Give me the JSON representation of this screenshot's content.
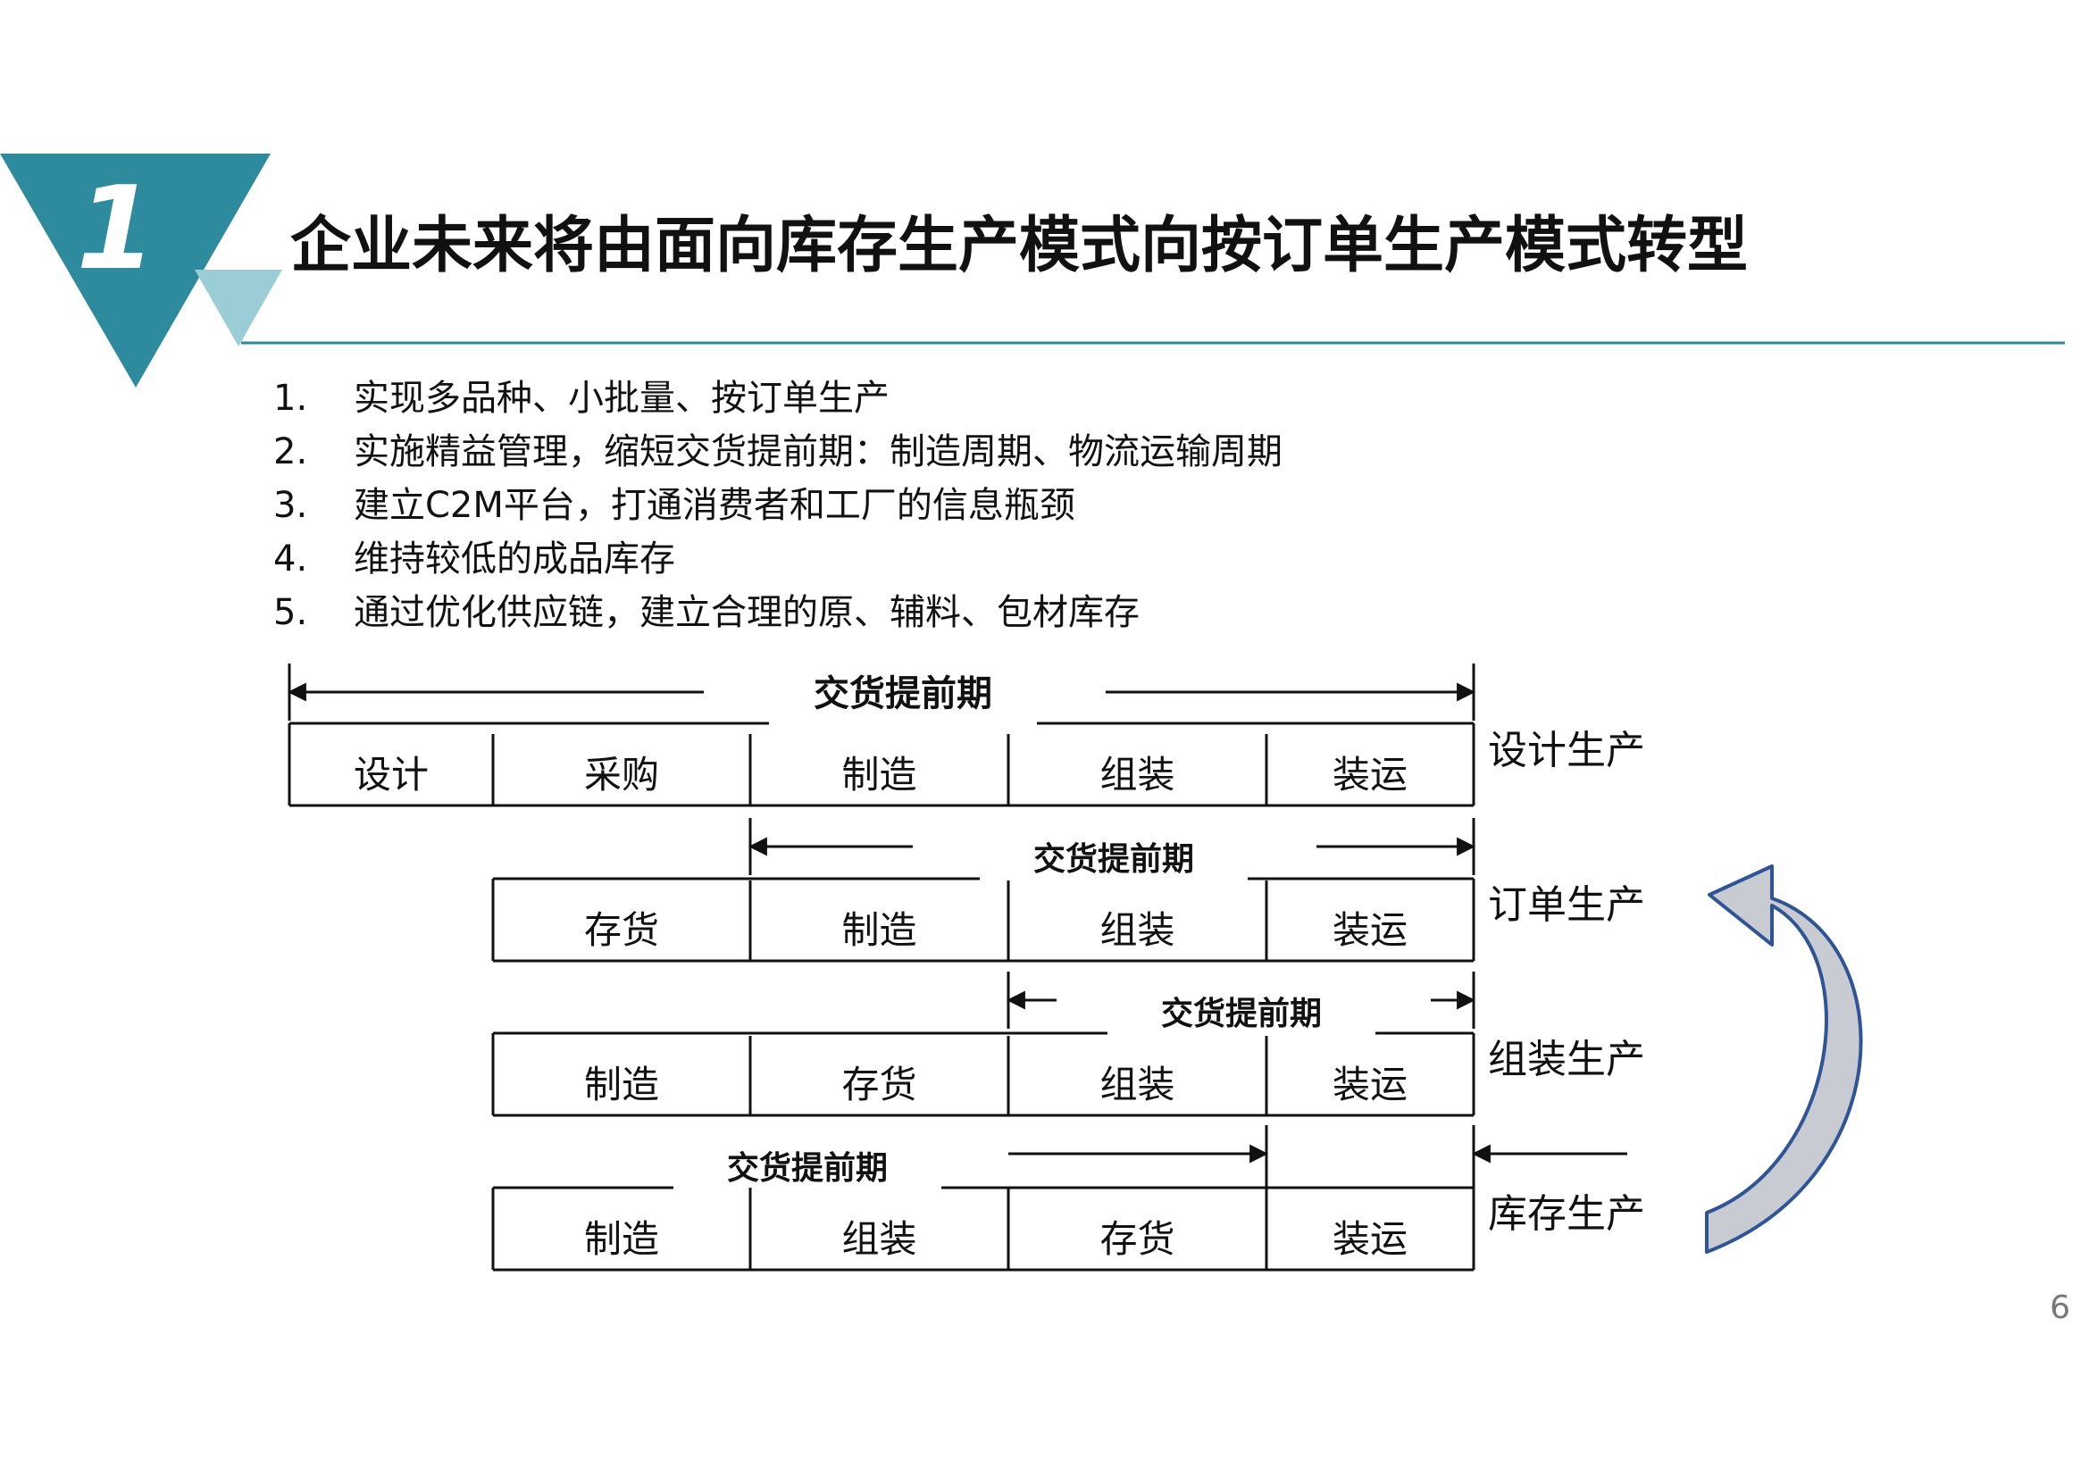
{
  "badge_number": "1",
  "title": "企业未来将由面向库存生产模式向按订单生产模式转型",
  "bullets": [
    {
      "num": "1.",
      "text": "实现多品种、小批量、按订单生产"
    },
    {
      "num": "2.",
      "text": "实施精益管理，缩短交货提前期：制造周期、物流运输周期"
    },
    {
      "num": "3.",
      "text": "建立C2M平台，打通消费者和工厂的信息瓶颈"
    },
    {
      "num": "4.",
      "text": "维持较低的成品库存"
    },
    {
      "num": "5.",
      "text": "通过优化供应链，建立合理的原、辅料、包材库存"
    }
  ],
  "diagram": {
    "rows": [
      {
        "mode": "设计生产",
        "lead_label": "交货提前期",
        "cells": [
          "设计",
          "采购",
          "制造",
          "组装",
          "装运"
        ]
      },
      {
        "mode": "订单生产",
        "lead_label": "交货提前期",
        "cells": [
          "存货",
          "制造",
          "组装",
          "装运"
        ]
      },
      {
        "mode": "组装生产",
        "lead_label": "交货提前期",
        "cells": [
          "制造",
          "存货",
          "组装",
          "装运"
        ]
      },
      {
        "mode": "库存生产",
        "lead_label": "交货提前期",
        "cells": [
          "制造",
          "组装",
          "存货",
          "装运"
        ]
      }
    ]
  },
  "page_number": "6",
  "colors": {
    "teal_dark": "#2E8B9E",
    "teal_light": "#9ACDD6",
    "rule": "#2E8B9E",
    "arrow_outline": "#2F5597",
    "arrow_fill": "#C8CCD2"
  }
}
